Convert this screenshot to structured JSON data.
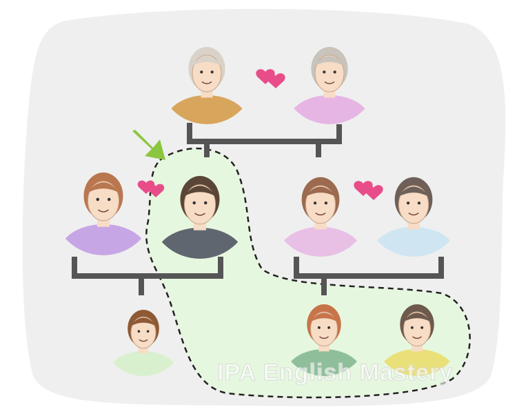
{
  "watermark": "IPA English Mastery",
  "colors": {
    "background_blob": "#efefef",
    "highlight_region": "#e6f7df",
    "connector": "#555555",
    "heart": "#e84d8a",
    "arrow": "#8cc63f",
    "skin": "#f7dcc6"
  },
  "people": [
    {
      "id": "grandfather",
      "hair": "#d9d2c8",
      "shirt": "#d8a55c"
    },
    {
      "id": "grandmother",
      "hair": "#c8c3bb",
      "shirt": "#e6b5e3"
    },
    {
      "id": "aunt",
      "hair": "#b9774f",
      "shirt": "#c7a6e6"
    },
    {
      "id": "cousin-uncle",
      "hair": "#5a4637",
      "shirt": "#5f6670"
    },
    {
      "id": "mother",
      "hair": "#9b6a4f",
      "shirt": "#e8c0e6"
    },
    {
      "id": "father",
      "hair": "#6e6058",
      "shirt": "#cfe6f2"
    },
    {
      "id": "nephew",
      "hair": "#8d5a34",
      "shirt": "#d9f0cf"
    },
    {
      "id": "daughter",
      "hair": "#c8744a",
      "shirt": "#8fbf9a"
    },
    {
      "id": "son",
      "hair": "#6e5a4d",
      "shirt": "#e9e07a"
    }
  ]
}
